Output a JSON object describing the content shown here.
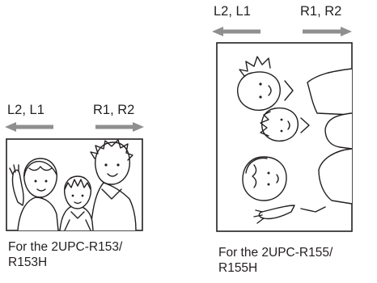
{
  "left_figure": {
    "label_left": "L2, L1",
    "label_right": "R1, R2",
    "caption_line1": "For the 2UPC-R153/",
    "caption_line2": "R153H"
  },
  "right_figure": {
    "label_left": "L2, L1",
    "label_right": "R1, R2",
    "caption_line1": "For the 2UPC-R155/",
    "caption_line2": "R155H"
  },
  "colors": {
    "arrow": "#8f8f8f",
    "ink": "#231f20"
  }
}
